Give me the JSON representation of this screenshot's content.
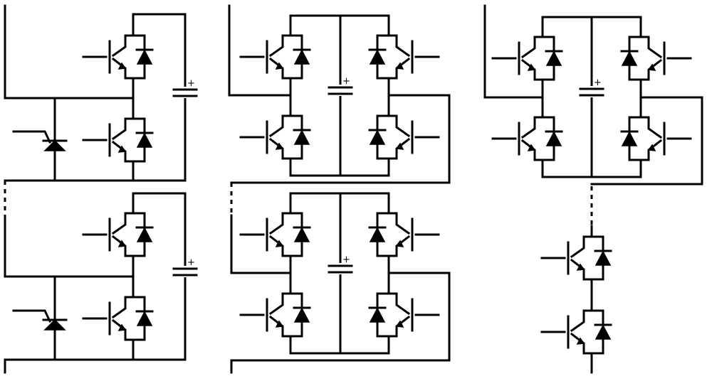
{
  "diagram": {
    "stroke_color": "#000000",
    "background_color": "#ffffff",
    "capacitor_polarity_label": "+",
    "topologies": [
      {
        "name": "half-bridge-cells-with-thyristor-bypass",
        "cells": 2,
        "igbts_per_cell": 2,
        "capacitors_per_cell": 1,
        "thyristors_per_cell": 1
      },
      {
        "name": "full-bridge-cells",
        "cells": 2,
        "igbts_per_cell": 4,
        "capacitors_per_cell": 1
      },
      {
        "name": "full-bridge-cell-with-series-igbt-valve",
        "cells": 1,
        "igbts_per_cell": 4,
        "capacitors_per_cell": 1,
        "series_igbts": 2
      }
    ]
  }
}
